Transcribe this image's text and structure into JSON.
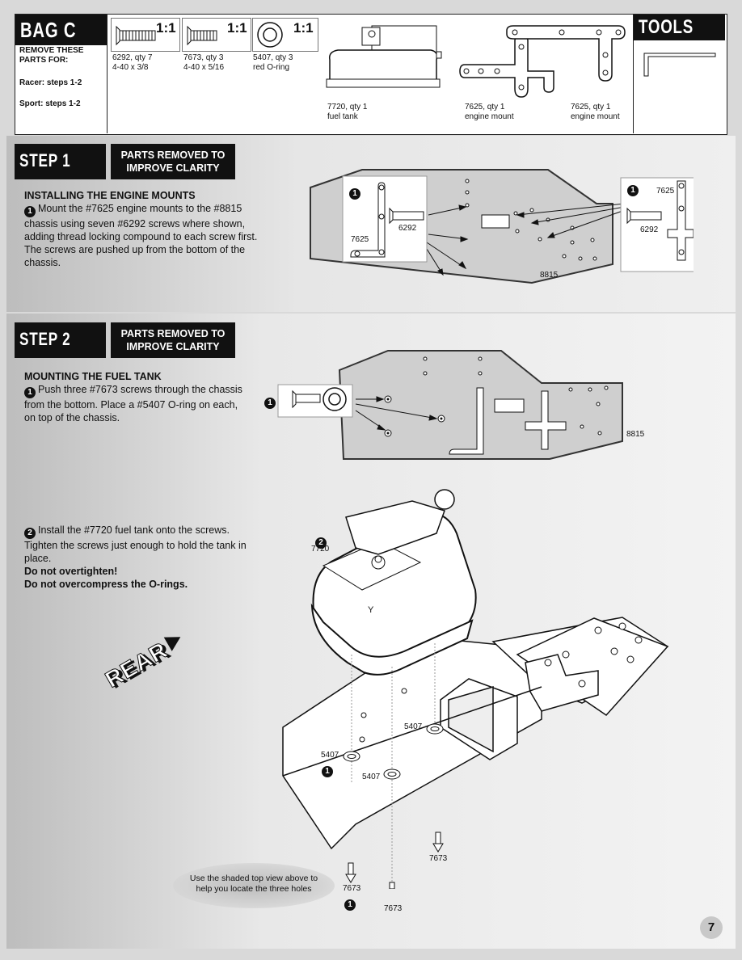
{
  "bag": {
    "title": "BAG C",
    "remove_heading": "REMOVE THESE PARTS FOR:",
    "racer": "Racer: steps 1-2",
    "sport": "Sport: steps 1-2"
  },
  "parts": [
    {
      "ratio": "1:1",
      "number": "6292, qty 7",
      "desc": "4-40 x 3/8"
    },
    {
      "ratio": "1:1",
      "number": "7673, qty 3",
      "desc": "4-40 x 5/16"
    },
    {
      "ratio": "1:1",
      "number": "5407, qty 3",
      "desc": "red O-ring"
    }
  ],
  "large_parts": [
    {
      "number": "7720, qty 1",
      "desc": "fuel tank"
    },
    {
      "number": "7625, qty 1",
      "desc": "engine mount"
    },
    {
      "number": "7625, qty 1",
      "desc": "engine mount"
    }
  ],
  "tools": {
    "title": "TOOLS USED"
  },
  "step1": {
    "badge": "STEP 1",
    "removed": "PARTS REMOVED TO IMPROVE CLARITY",
    "heading": "INSTALLING THE ENGINE MOUNTS",
    "bullet": "1",
    "text": "Mount the #7625 engine mounts to the #8815 chassis using seven #6292 screws where shown, adding thread locking compound to each screw first. The screws are pushed up from the bottom of the chassis.",
    "labels": {
      "mount_left": "7625",
      "screw_left": "6292",
      "mount_right": "7625",
      "screw_right": "6292",
      "chassis": "8815",
      "call1": "1",
      "call2": "1"
    }
  },
  "step2": {
    "badge": "STEP 2",
    "removed": "PARTS REMOVED TO IMPROVE CLARITY",
    "heading": "MOUNTING THE FUEL TANK",
    "bullet1": "1",
    "text1": "Push three #7673 screws through the chassis from the bottom. Place a #5407 O-ring on each, on top of the chassis.",
    "bullet2": "2",
    "text2": "Install the #7720 fuel tank onto the screws. Tighten the screws just enough to hold the tank in place.",
    "bold1": "Do not overtighten!",
    "bold2": "Do not overcompress the O-rings.",
    "labels": {
      "chassis": "8815",
      "tank": "7720",
      "call_tank": "2",
      "oring_a": "5407",
      "oring_b": "5407",
      "oring_c": "5407",
      "screw_a": "7673",
      "screw_b": "7673",
      "screw_c": "7673",
      "call_o": "1",
      "call_s": "1",
      "call_top": "1"
    },
    "rear": "REAR",
    "note": "Use the shaded top view above to help you locate the three holes"
  },
  "page_number": "7",
  "colors": {
    "black": "#111111",
    "panel": "#ffffff",
    "background": "#d9d9d9",
    "shade": "#cfcfcf"
  }
}
